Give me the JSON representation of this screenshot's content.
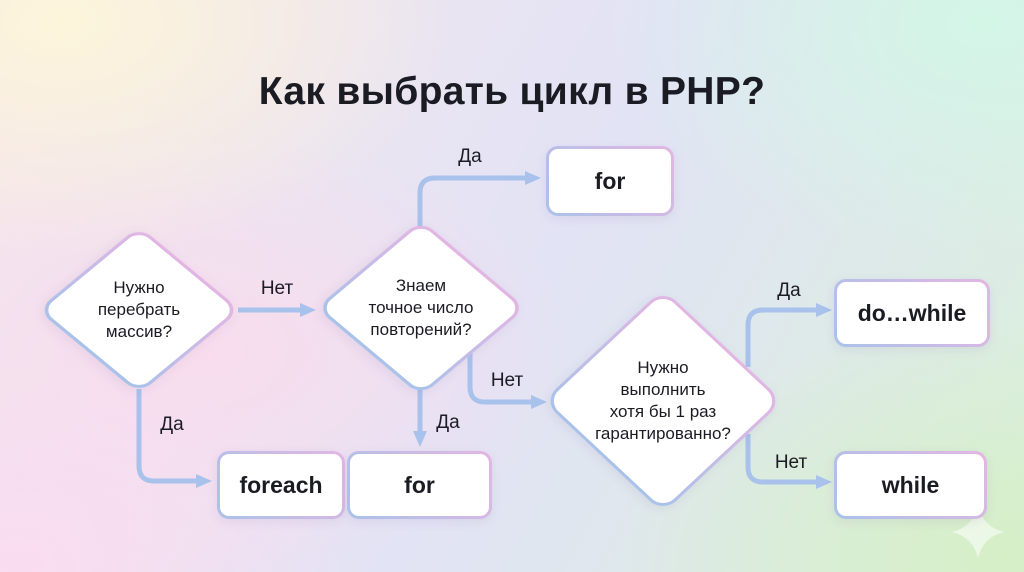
{
  "title": "Как выбрать цикл в PHP?",
  "nodes": {
    "decisions": [
      {
        "id": "d1",
        "text": "Нужно\nперебрать\nмассив?"
      },
      {
        "id": "d2",
        "text": "Знаем\nточное число\nповторений?"
      },
      {
        "id": "d3",
        "text": "Нужно\nвыполнить\nхотя бы 1 раз\nгарантированно?"
      }
    ],
    "results": [
      {
        "id": "for-top",
        "label": "for"
      },
      {
        "id": "foreach",
        "label": "foreach"
      },
      {
        "id": "for-bottom",
        "label": "for"
      },
      {
        "id": "do-while",
        "label": "do…while"
      },
      {
        "id": "while",
        "label": "while"
      }
    ]
  },
  "edges": [
    {
      "from": "d1",
      "to": "d2",
      "label": "Нет"
    },
    {
      "from": "d1",
      "to": "foreach",
      "label": "Да"
    },
    {
      "from": "d2",
      "to": "for-top",
      "label": "Да"
    },
    {
      "from": "d2",
      "to": "for-bottom",
      "label": "Да"
    },
    {
      "from": "d2",
      "to": "d3",
      "label": "Нет"
    },
    {
      "from": "d3",
      "to": "do-while",
      "label": "Да"
    },
    {
      "from": "d3",
      "to": "while",
      "label": "Нет"
    }
  ],
  "icons": {
    "sparkle": "✦"
  },
  "colors": {
    "ink": "#1b1b23",
    "arrow": "#a8c2ec",
    "border-blue": "#a9c2e9",
    "border-pink": "#e3b6e3",
    "bg-cream": "#fcf5da",
    "bg-mint": "#d3f6e7",
    "bg-green": "#d6efc7",
    "bg-pink": "#fadcf0",
    "bg-lavender": "#e2e3f5"
  }
}
